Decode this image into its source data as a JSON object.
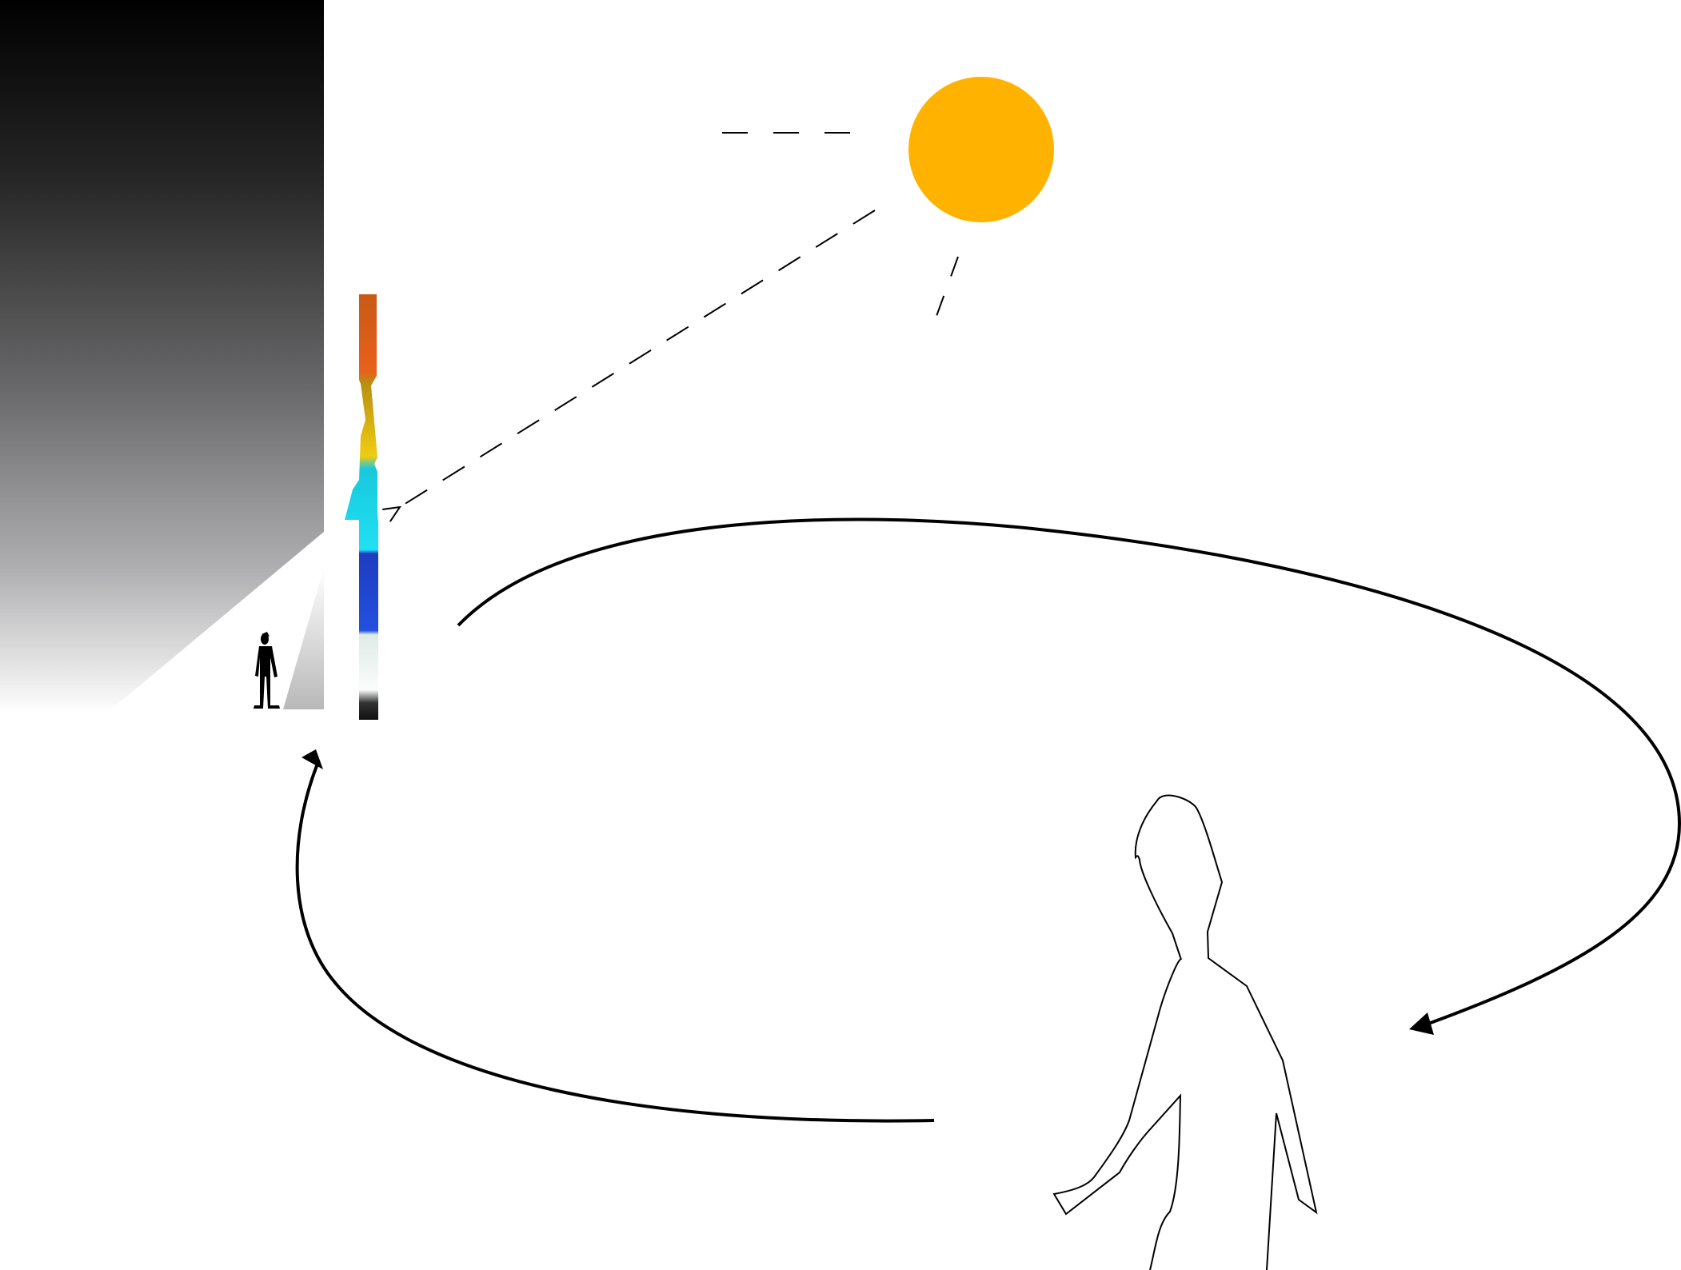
{
  "colors": {
    "background": "#ffffff",
    "sun": "#FFB300",
    "line": "#000000",
    "panel_top": "#000000",
    "panel_bottom": "#ffffff",
    "strip_orange": "#E0601A",
    "strip_yellow": "#E8C010",
    "strip_cyan": "#1ED8F0",
    "strip_blue": "#1E40D0",
    "strip_white": "#F2F6F4"
  },
  "elements": {
    "sun": "sun-icon",
    "small_person": "person-silhouette-icon",
    "large_person": "person-outline-icon",
    "gradient_panel": "gradient-panel",
    "color_strip": "color-strip",
    "loop_arrows": "cycle-arrow"
  }
}
